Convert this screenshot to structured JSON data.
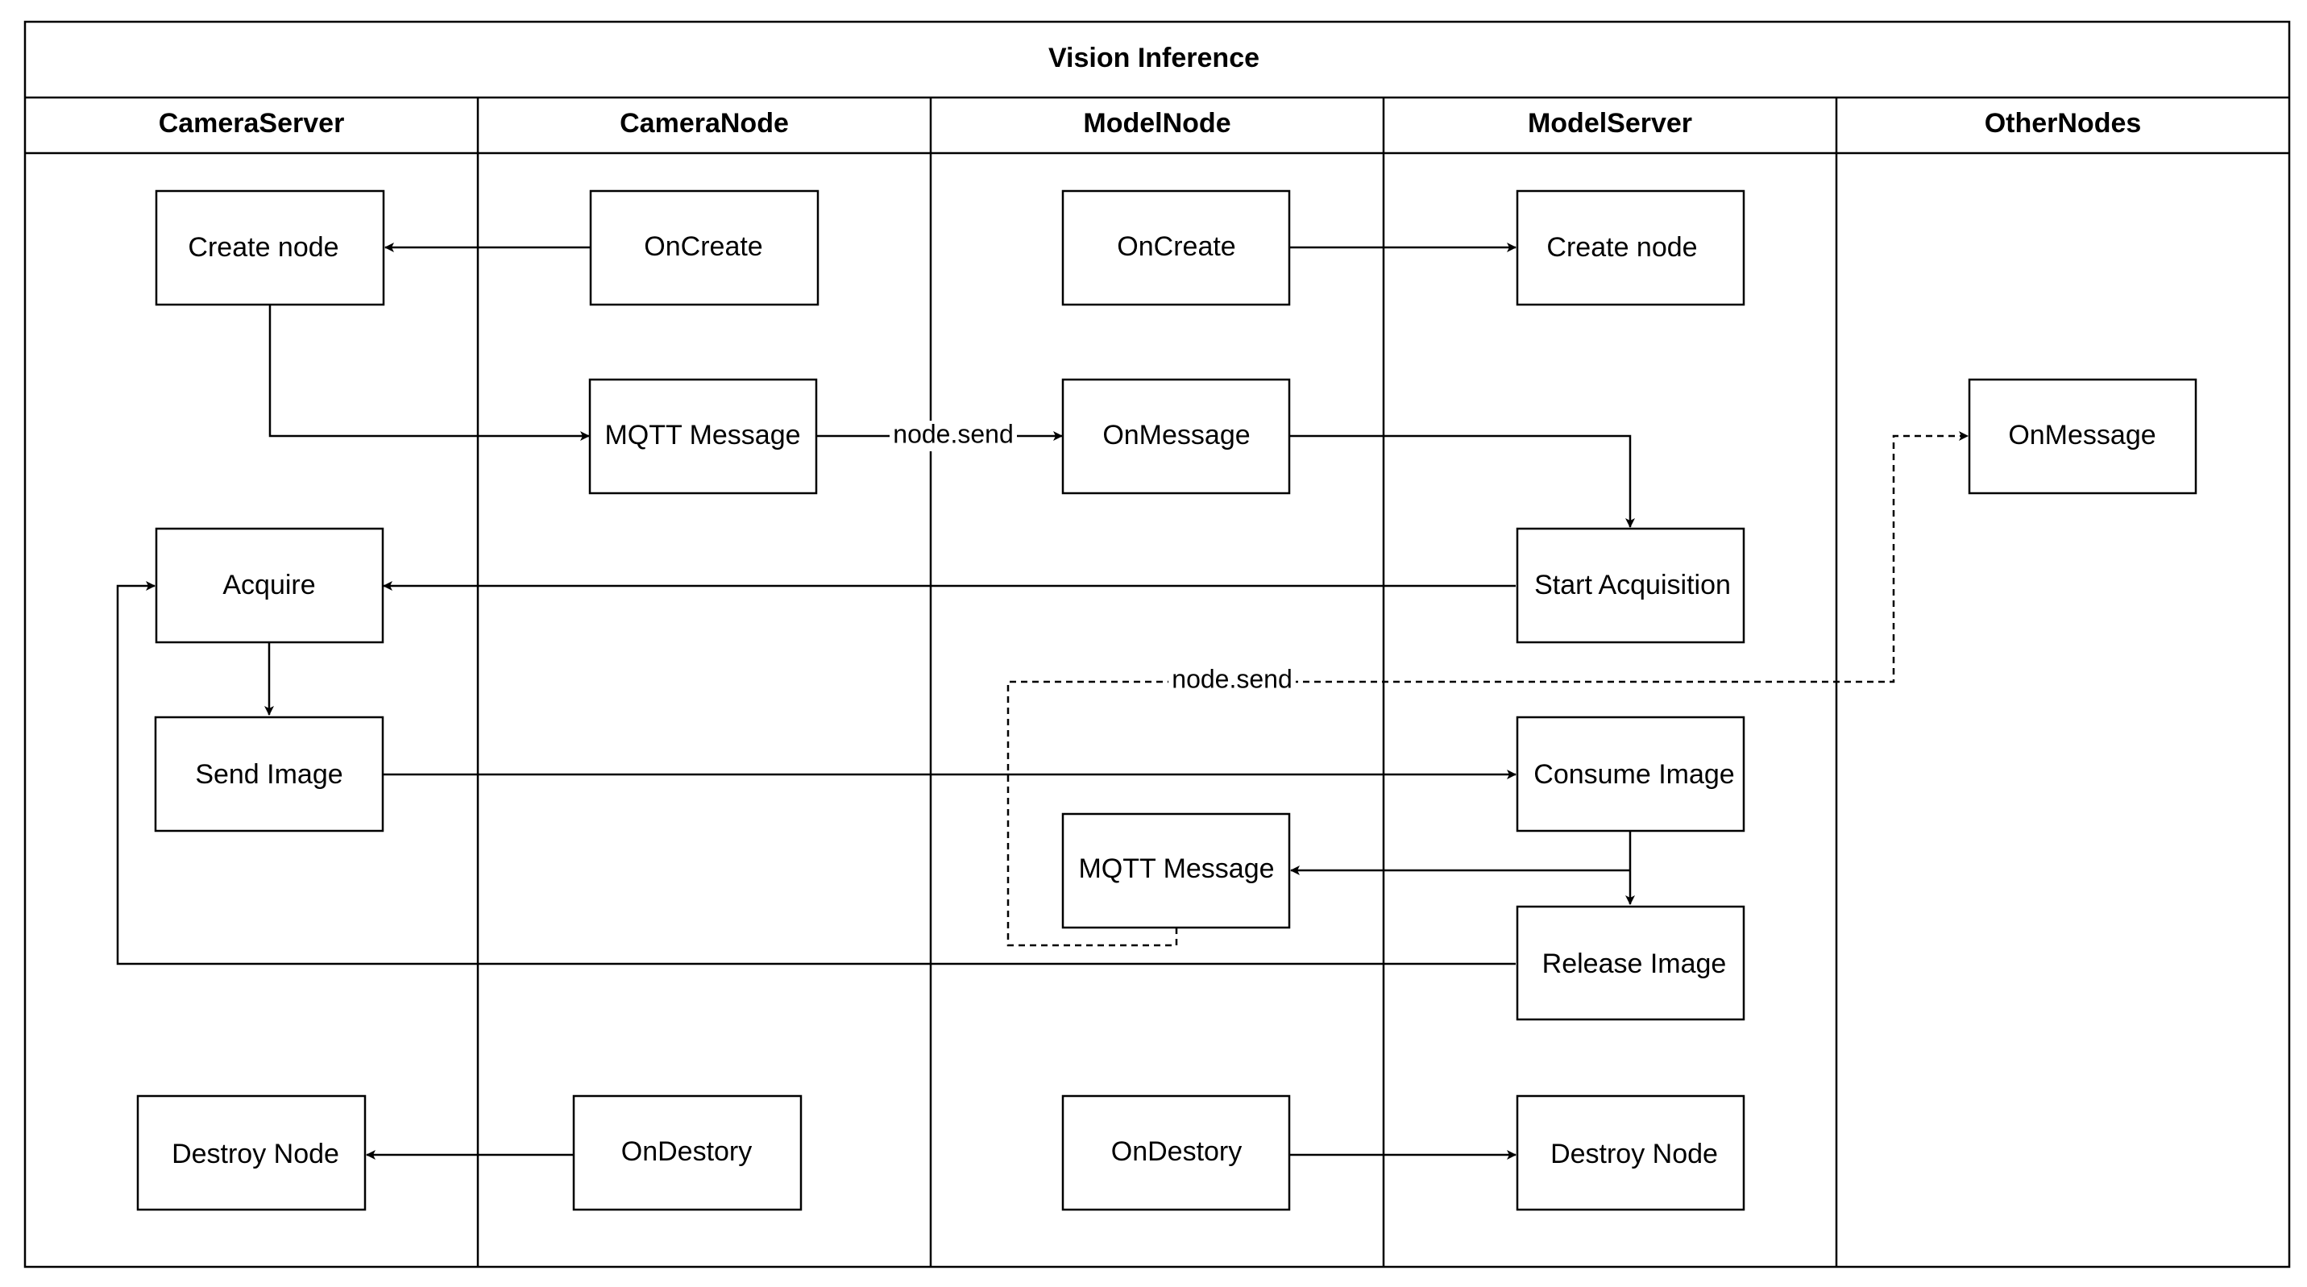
{
  "title": "Vision Inference",
  "lanes": [
    {
      "id": "camera_server",
      "label": "CameraServer"
    },
    {
      "id": "camera_node",
      "label": "CameraNode"
    },
    {
      "id": "model_node",
      "label": "ModelNode"
    },
    {
      "id": "model_server",
      "label": "ModelServer"
    },
    {
      "id": "other_nodes",
      "label": "OtherNodes"
    }
  ],
  "nodes": {
    "cs_create": "Create node",
    "cs_acquire": "Acquire",
    "cs_send_image": "Send Image",
    "cs_destroy": "Destroy Node",
    "cn_oncreate": "OnCreate",
    "cn_mqtt": "MQTT Message",
    "cn_ondestory": "OnDestory",
    "mn_oncreate": "OnCreate",
    "mn_onmessage": "OnMessage",
    "mn_mqtt": "MQTT Message",
    "mn_ondestory": "OnDestory",
    "ms_create": "Create node",
    "ms_start_acq": "Start Acquisition",
    "ms_consume": "Consume Image",
    "ms_release": "Release Image",
    "ms_destroy": "Destroy Node",
    "on_onmessage": "OnMessage"
  },
  "edges": {
    "node_send_1": "node.send",
    "node_send_2": "node.send"
  }
}
